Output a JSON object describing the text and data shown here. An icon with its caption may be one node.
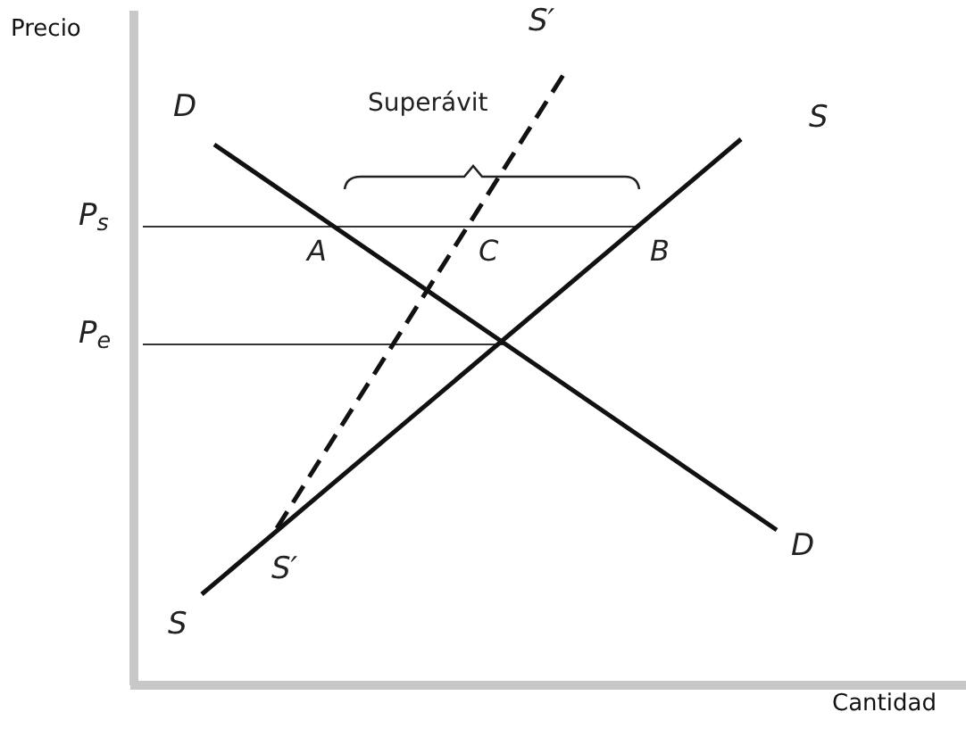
{
  "diagram": {
    "labels": [
      "Precio",
      "S′",
      "D",
      "Superávit",
      "S",
      "P$_{s}$",
      "A",
      "C",
      "B",
      "P$_{e}$",
      "D",
      "S′",
      "S",
      "Cantidad"
    ]
  }
}
